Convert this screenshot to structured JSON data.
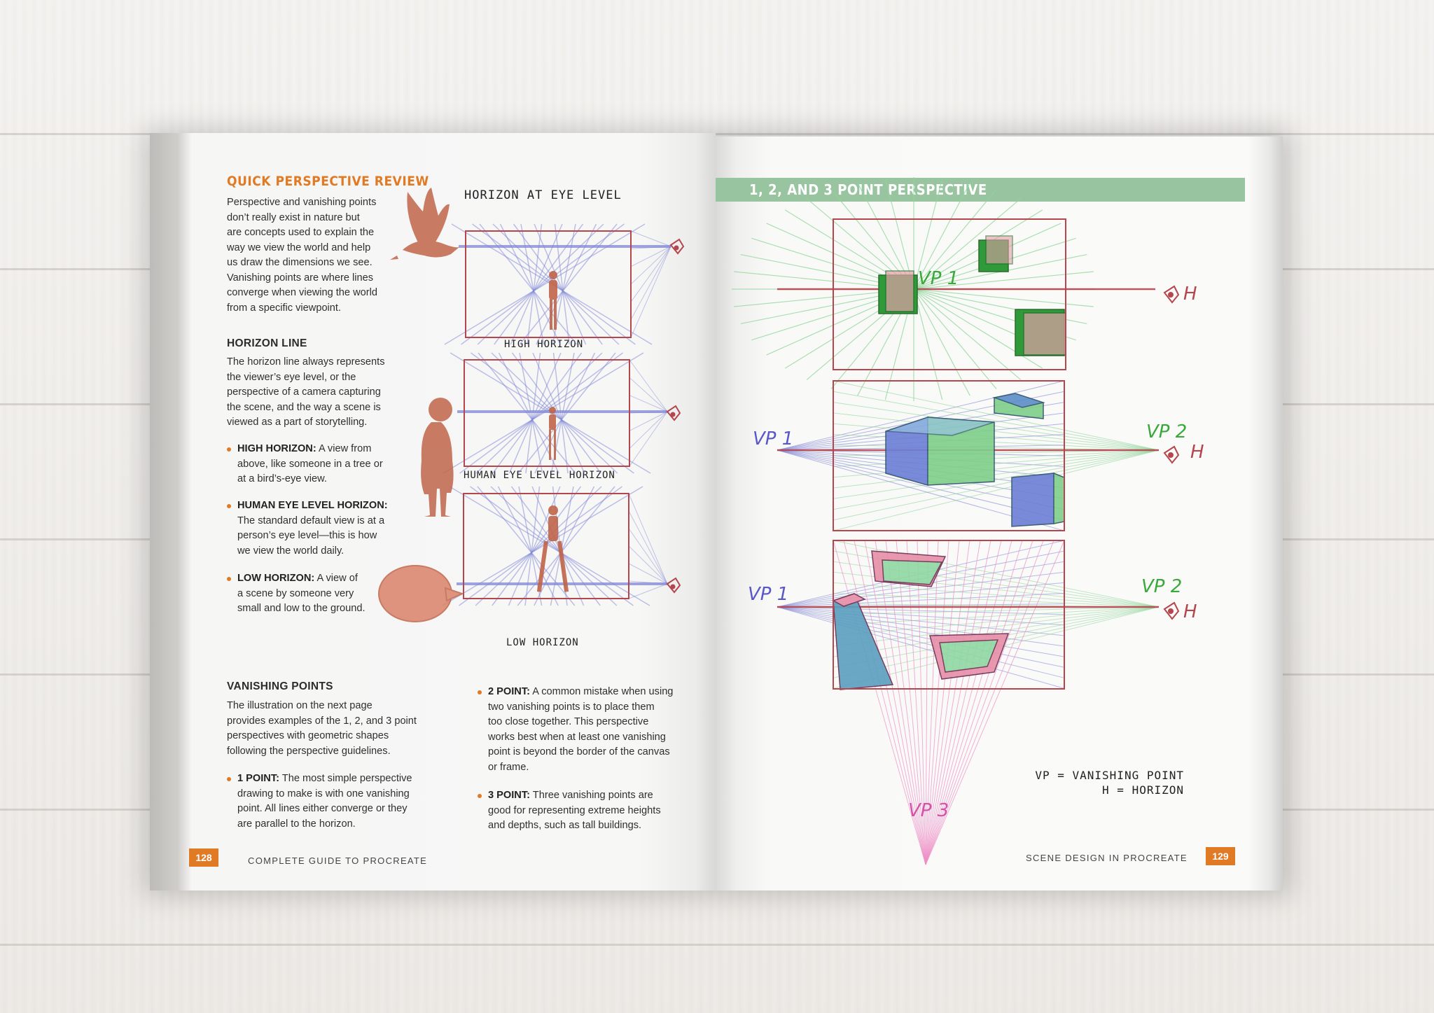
{
  "left_page": {
    "title": "QUICK PERSPECTIVE REVIEW",
    "intro": [
      "Perspective and vanishing points",
      "don’t really exist in nature but",
      "are concepts used to explain the",
      "way we view the world and help",
      "us draw the dimensions we see.",
      "Vanishing points are where lines",
      "converge when viewing the world",
      "from a specific viewpoint."
    ],
    "horizon_heading": "HORIZON LINE",
    "horizon_text": [
      "The horizon line always represents",
      "the viewer’s eye level, or the",
      "perspective of a camera capturing",
      "the scene, and the way a scene is",
      "viewed as a part of storytelling."
    ],
    "bullets": [
      {
        "label": "HIGH HORIZON:",
        "lines": [
          " A view from",
          "above, like someone in a tree or",
          "at a bird’s-eye view."
        ]
      },
      {
        "label": "HUMAN EYE LEVEL HORIZON:",
        "lines": [
          "",
          "The standard default view is at a",
          "person’s eye level—this is how",
          "we view the world daily."
        ]
      },
      {
        "label": "LOW HORIZON:",
        "lines": [
          " A view of",
          "a scene by someone very",
          "small and low to the ground."
        ]
      }
    ],
    "vp_heading": "VANISHING POINTS",
    "vp_text": [
      "The illustration on the next page",
      "provides examples of the 1, 2, and 3 point",
      "perspectives with geometric shapes",
      "following the perspective guidelines."
    ],
    "point_bullets": [
      {
        "label": "1 POINT:",
        "lines": [
          " The most simple perspective",
          "drawing to make is with one vanishing",
          "point. All lines either converge or they",
          "are parallel to the horizon."
        ]
      },
      {
        "label": "2 POINT:",
        "lines": [
          " A common mistake when using",
          "two vanishing points is to place them",
          "too close together. This perspective",
          "works best when at least one vanishing",
          "point is beyond the border of the canvas",
          "or frame."
        ]
      },
      {
        "label": "3 POINT:",
        "lines": [
          " Three vanishing points are",
          "good for representing extreme heights",
          "and depths, such as tall buildings."
        ]
      }
    ],
    "diagram_title": "HORIZON AT EYE LEVEL",
    "diagram_labels": [
      "HIGH HORIZON",
      "HUMAN EYE LEVEL HORIZON",
      "LOW HORIZON"
    ],
    "page_number": "128",
    "footer": "COMPLETE GUIDE TO PROCREATE"
  },
  "right_page": {
    "band_title": "1, 2, AND 3 POINT PERSPECTIVE",
    "vp_labels": {
      "vp1": "VP 1",
      "vp2": "VP 2",
      "vp3": "VP 3",
      "h": "H"
    },
    "legend": [
      "VP = VANISHING POINT",
      "H = HORIZON"
    ],
    "page_number": "129",
    "footer": "SCENE DESIGN IN PROCREATE"
  },
  "colors": {
    "accent_orange": "#e07a25",
    "band_green": "#98c4a0",
    "frame_red": "#b5464d",
    "vp_green": "#3aa83a",
    "vp_blue": "#5a58c8",
    "vp_pink": "#d64fa8",
    "sketch_brown": "#c0654a"
  }
}
